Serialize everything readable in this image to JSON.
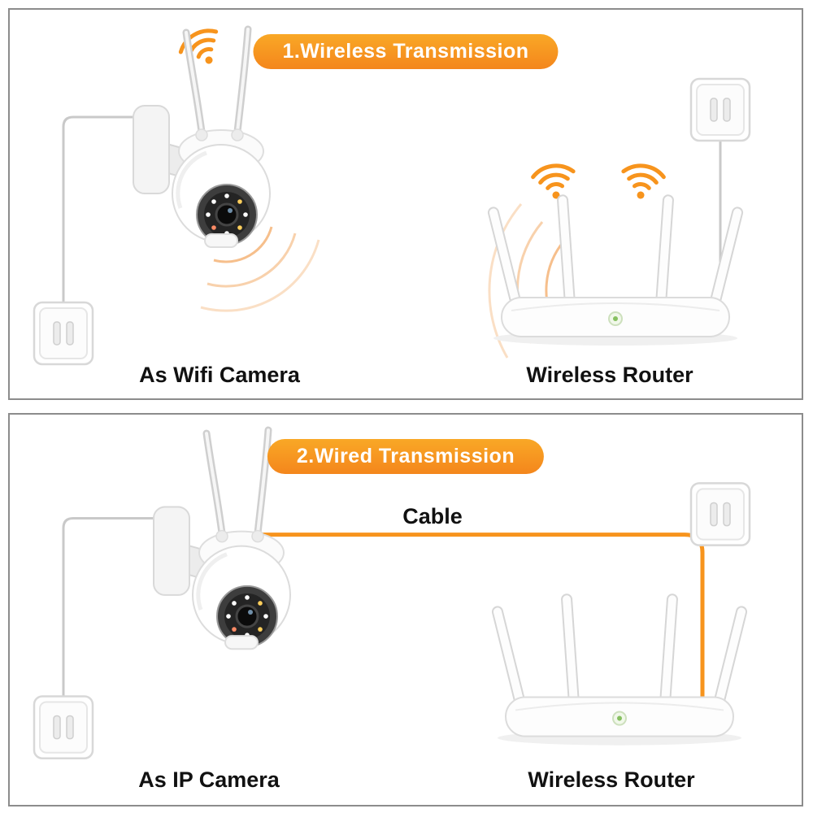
{
  "colors": {
    "accent_orange": "#F7941D",
    "banner_gradient_top": "#F9A826",
    "banner_gradient_bottom": "#F4861C",
    "wave_orange": "#F5B87F",
    "panel_border": "#8C8C8C",
    "label_text": "#111111",
    "device_body": "#FDFDFD",
    "device_outline": "#DCDCDC",
    "router_led_green": "#86C060"
  },
  "icons": {
    "wifi_signal": "wifi-arcs-with-dot",
    "radio_waves": "concentric-orange-arcs",
    "camera": "ptz-dome-camera-with-two-antennas",
    "router": "wireless-router-four-antennas",
    "power_outlet": "wall-socket-two-slots",
    "cable": "rounded-corner-line"
  },
  "panels": [
    {
      "title": "1.Wireless Transmission",
      "camera_label": "As Wifi Camera",
      "router_label": "Wireless Router"
    },
    {
      "title": "2.Wired Transmission",
      "cable_label": "Cable",
      "camera_label": "As IP Camera",
      "router_label": "Wireless Router"
    }
  ]
}
